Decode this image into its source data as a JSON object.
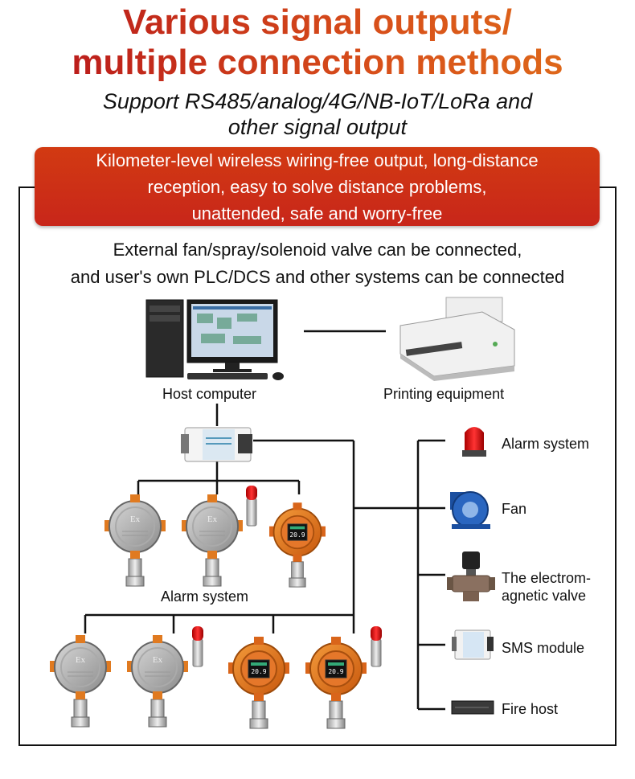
{
  "title_line1": "Various signal outputs/",
  "title_line2": "multiple connection methods",
  "subtitle_line1": "Support RS485/analog/4G/NB-IoT/LoRa and",
  "subtitle_line2": "other signal output",
  "banner": {
    "line1": "Kilometer-level wireless wiring-free output, long-distance",
    "line2": "reception, easy to solve distance problems,",
    "line3": "unattended, safe and worry-free"
  },
  "external_line1": "External fan/spray/solenoid valve can be connected,",
  "external_line2": "and user's own PLC/DCS and other systems can be connected",
  "host_label": "Host computer",
  "printer_label": "Printing equipment",
  "alarm_group_label": "Alarm system",
  "outputs": {
    "alarm": "Alarm system",
    "fan": "Fan",
    "valve_line1": "The electrom-",
    "valve_line2": "agnetic valve",
    "sms": "SMS module",
    "fire": "Fire host"
  },
  "device_marks": {
    "ex": "Ex",
    "display_value": "20.9"
  }
}
